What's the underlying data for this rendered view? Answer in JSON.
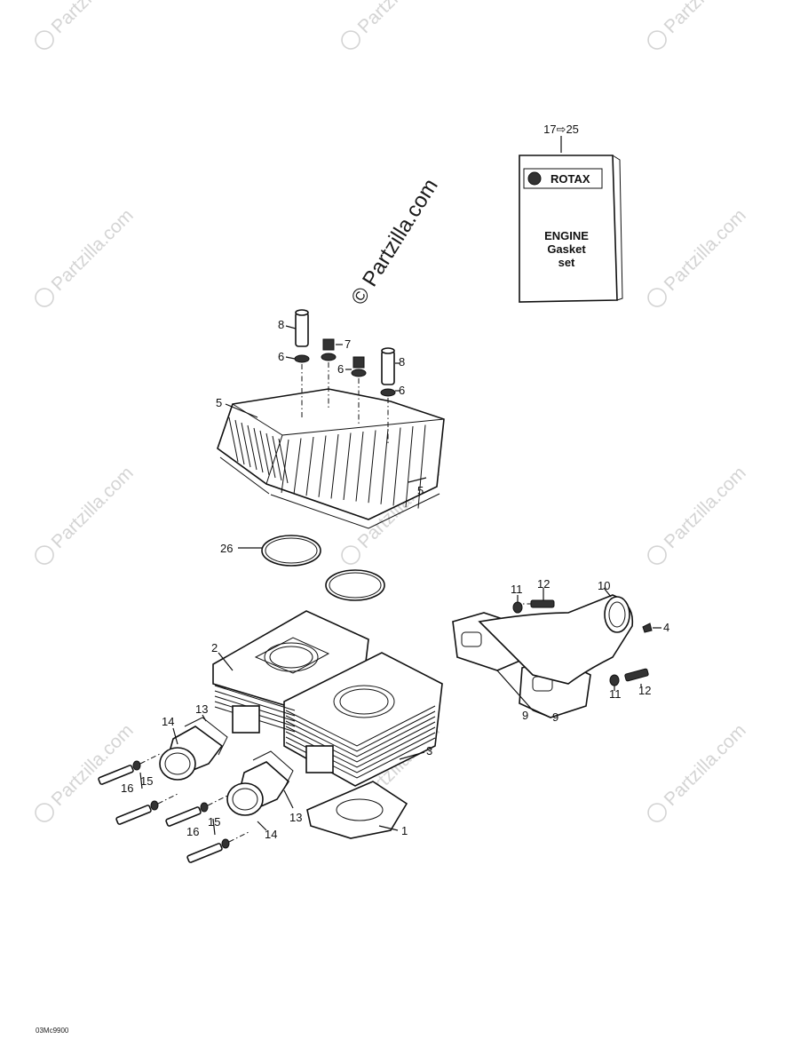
{
  "watermark": {
    "brand": "Partzilla.com",
    "copyright_symbol": "©",
    "prominent_text": "© Partzilla.com"
  },
  "booklet": {
    "ref": "17⇨25",
    "brand": "ROTAX",
    "title_lines": [
      "ENGINE",
      "Gasket",
      "set"
    ]
  },
  "callouts": [
    "1",
    "2",
    "3",
    "4",
    "5",
    "5",
    "6",
    "6",
    "6",
    "7",
    "8",
    "8",
    "9",
    "9",
    "10",
    "11",
    "11",
    "12",
    "12",
    "13",
    "13",
    "14",
    "14",
    "15",
    "15",
    "16",
    "16",
    "26"
  ],
  "footer": {
    "drawing_code": "03Mc9900"
  }
}
